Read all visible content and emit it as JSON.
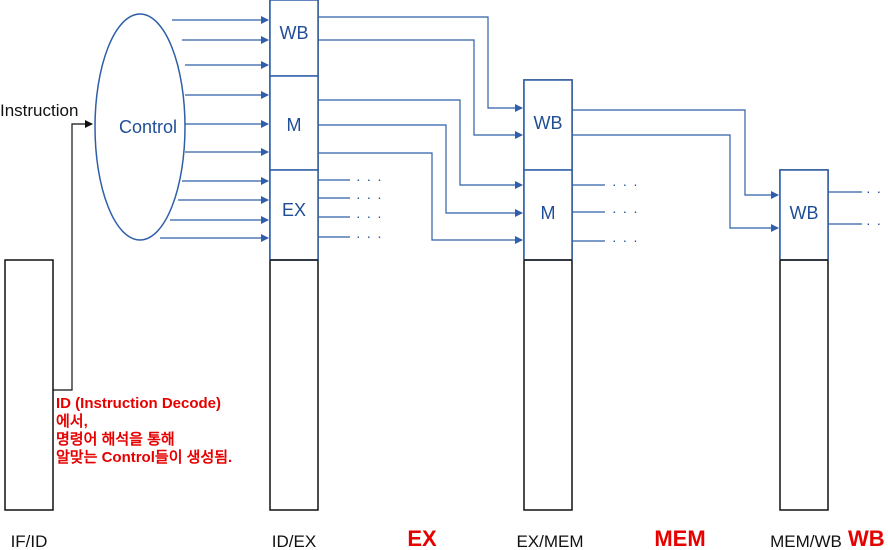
{
  "registers": {
    "if_id": "IF/ID",
    "id_ex": "ID/EX",
    "ex_mem": "EX/MEM",
    "mem_wb": "MEM/WB"
  },
  "control": {
    "label": "Control",
    "input_label": "Instruction"
  },
  "fields": {
    "wb": "WB",
    "m": "M",
    "ex": "EX"
  },
  "stages": {
    "ex": "EX",
    "mem": "MEM",
    "wb": "WB"
  },
  "ellipsis": "· · ·",
  "note": {
    "line1": "ID (Instruction Decode)",
    "line2": "에서,",
    "line3": "명령어 해석을 통해",
    "line4": "알맞는 Control들이 생성됨."
  },
  "colors": {
    "line_blue": "#2f5fa8",
    "text_blue": "#1f4e96",
    "note_red": "#e60000"
  }
}
